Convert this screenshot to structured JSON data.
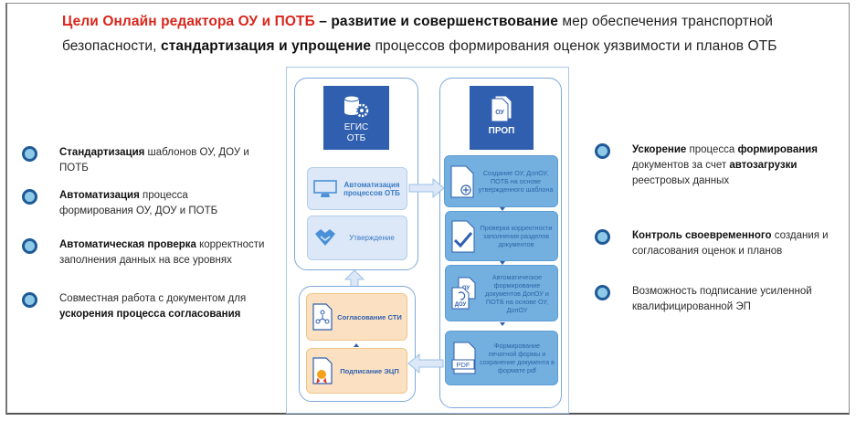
{
  "title": {
    "red": "Цели Онлайн редактора ОУ и ПОТБ",
    "dash": " – ",
    "bold1": "развитие и совершенствование",
    "plain1": " мер обеспечения транспортной безопасности, ",
    "bold2": "стандартизация и упрощение",
    "plain2": " процессов формирования оценок уязвимости и планов ОТБ"
  },
  "left_bullets": [
    {
      "bold": "Стандартизация",
      "text": " шаблонов ОУ, ДОУ и ПОТБ",
      "bold_after": ""
    },
    {
      "bold": "Автоматизация",
      "text": " процесса формирования ОУ, ДОУ и ПОТБ",
      "bold_after": ""
    },
    {
      "bold": "Автоматическая проверка",
      "text": " корректности заполнения данных на все уровнях",
      "bold_after": ""
    },
    {
      "bold": "",
      "text": "Совместная работа с документом для ",
      "bold_after": "ускорения процесса согласования"
    }
  ],
  "right_bullets": [
    {
      "parts": [
        {
          "b": "Ускорение"
        },
        {
          "t": " процесса "
        },
        {
          "b": "формирования"
        },
        {
          "t": " документов за счет "
        },
        {
          "b": "автозагрузки"
        },
        {
          "t": " реестровых данных"
        }
      ]
    },
    {
      "parts": [
        {
          "b": "Контроль своевременного"
        },
        {
          "t": " создания и согласования оценок и планов"
        }
      ]
    },
    {
      "parts": [
        {
          "t": "Возможность подписание усиленной квалифицированной ЭП"
        }
      ]
    }
  ],
  "diagram": {
    "egis": {
      "line1": "ЕГИС",
      "line2": "ОТБ",
      "icon": "database-gear-icon"
    },
    "prop": {
      "line1": "ПРОП",
      "doc_label": "ОУ",
      "icon": "documents-icon"
    },
    "left_boxes": [
      {
        "label": "Автоматизация процессов ОТБ",
        "icon": "monitor-icon"
      },
      {
        "label": "Утверждение",
        "icon": "handshake-icon"
      }
    ],
    "orange_boxes": [
      {
        "label": "Согласование СТИ",
        "icon": "people-document-icon"
      },
      {
        "label": "Подписание ЭЦП",
        "icon": "certificate-document-icon"
      }
    ],
    "right_boxes": [
      {
        "label": "Создание ОУ, ДопОУ, ПОТБ на основе утвержденного шаблона",
        "icon": "document-plus-icon"
      },
      {
        "label": "Проверка корректности заполнения разделов документов",
        "icon": "document-check-icon"
      },
      {
        "label": "Автоматическое формирование документов ДопОУ и ПОТБ на основе ОУ, ДопОУ",
        "icon": "documents-ou-dou-icon",
        "doc1": "ОУ",
        "doc2": "ДОУ"
      },
      {
        "label": "Формирование печатной формы и сохранение документа в формате pdf",
        "icon": "pdf-document-icon",
        "pdf": "PDF"
      }
    ]
  },
  "colors": {
    "accent_red": "#d9261c",
    "dark_blue": "#2f5fae",
    "mid_blue": "#74b0df",
    "light_blue": "#dce8f7",
    "orange": "#fbe1c2"
  }
}
